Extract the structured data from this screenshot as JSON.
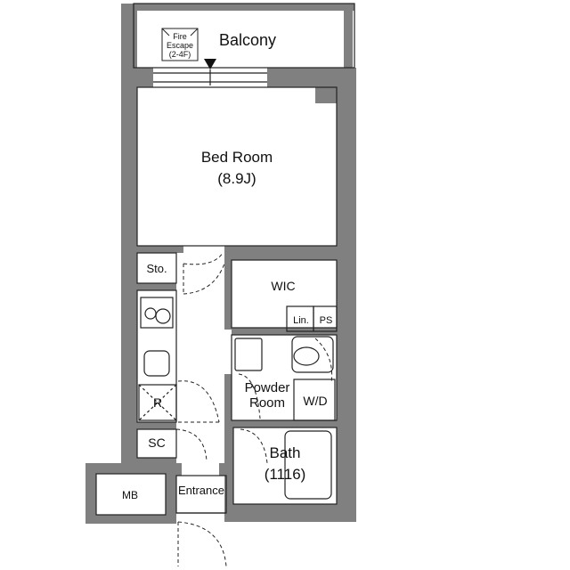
{
  "rooms": {
    "balcony": "Balcony",
    "fire_escape_line1": "Fire",
    "fire_escape_line2": "Escape",
    "fire_escape_line3": "(2-4F)",
    "bedroom": "Bed Room",
    "bedroom_size": "(8.9J)",
    "storage": "Sto.",
    "wic": "WIC",
    "linen": "Lin.",
    "pipe_space": "PS",
    "powder_room_line1": "Powder",
    "powder_room_line2": "Room",
    "washer_dryer": "W/D",
    "refrigerator": "R",
    "shoe_cabinet": "SC",
    "bath": "Bath",
    "bath_size": "(1116)",
    "entrance": "Entrance",
    "meter_box": "MB"
  },
  "colors": {
    "wall": "#808080",
    "line": "#222222",
    "background": "#ffffff"
  }
}
